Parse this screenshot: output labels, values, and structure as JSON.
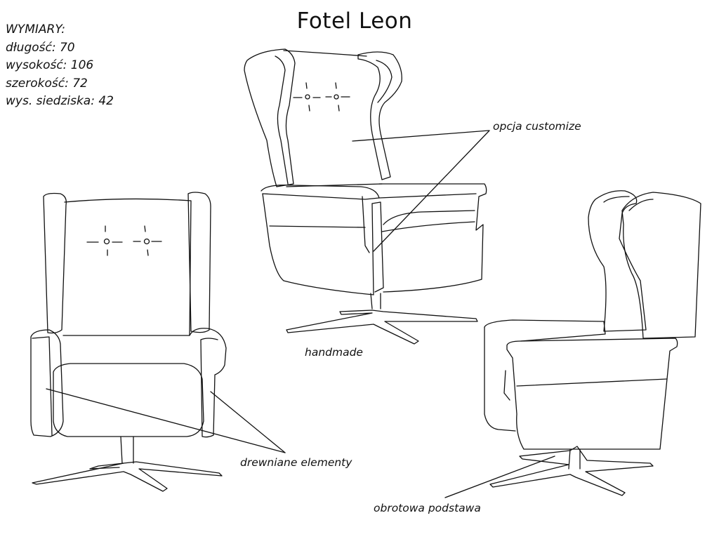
{
  "title": "Fotel Leon",
  "dimensions": {
    "heading": "WYMIARY:",
    "items": [
      "długość: 70",
      "wysokość: 106",
      "szerokość: 72",
      "wys. siedziska: 42"
    ]
  },
  "callouts": {
    "customize": "opcja customize",
    "handmade": "handmade",
    "wood": "drewniane elementy",
    "base": "obrotowa podstawa"
  }
}
